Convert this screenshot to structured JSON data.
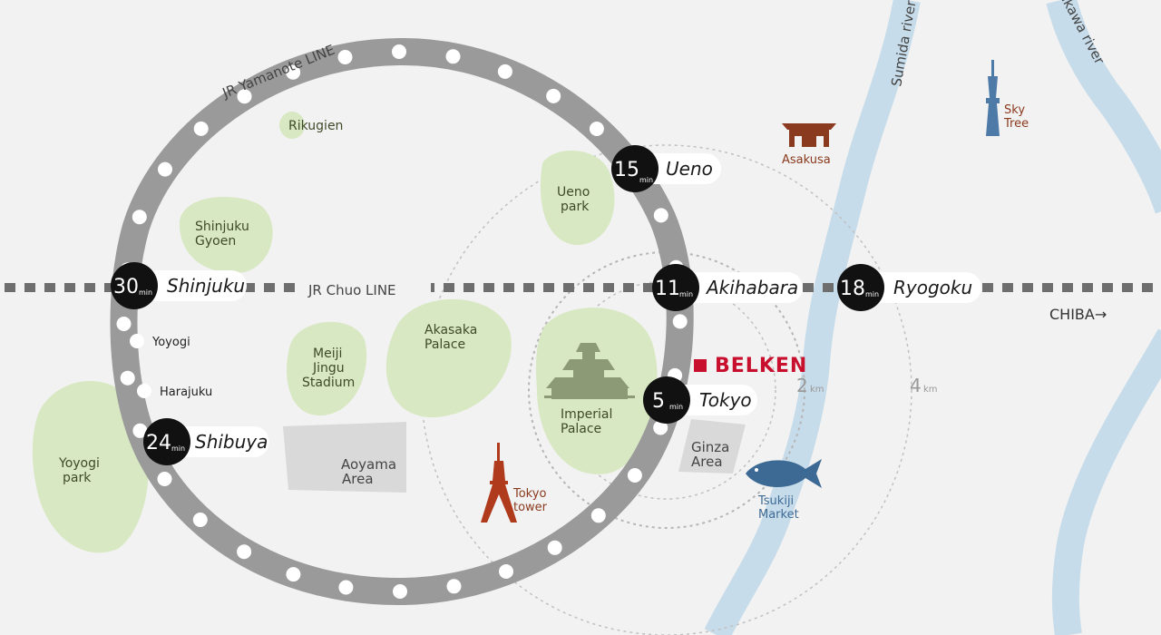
{
  "lines": {
    "yamanote": "JR Yamanote LINE",
    "chuo": "JR Chuo LINE",
    "chiba": "CHIBA→"
  },
  "rivers": {
    "sumida": "Sumida river",
    "arakawa": "Arakawa river"
  },
  "stations": {
    "shinjuku": {
      "minutes": "30",
      "unit": "min",
      "name": "Shinjuku"
    },
    "shibuya": {
      "minutes": "24",
      "unit": "min",
      "name": "Shibuya"
    },
    "ueno": {
      "minutes": "15",
      "unit": "min",
      "name": "Ueno"
    },
    "akihabara": {
      "minutes": "11",
      "unit": "min",
      "name": "Akihabara"
    },
    "tokyo": {
      "minutes": "5",
      "unit": "min",
      "name": "Tokyo"
    },
    "ryogoku": {
      "minutes": "18",
      "unit": "min",
      "name": "Ryogoku"
    },
    "yoyogi": "Yoyogi",
    "harajuku": "Harajuku"
  },
  "parks": {
    "rikugien": "Rikugien",
    "shinjuku_gyoen": [
      "Shinjuku",
      "Gyoen"
    ],
    "ueno_park": [
      "Ueno",
      "park"
    ],
    "meiji_jingu": [
      "Meiji",
      "Jingu",
      "Stadium"
    ],
    "akasaka": [
      "Akasaka",
      "Palace"
    ],
    "imperial": [
      "Imperial",
      "Palace"
    ],
    "yoyogi_park": [
      "Yoyogi",
      "park"
    ]
  },
  "areas": {
    "aoyama": [
      "Aoyama",
      "Area"
    ],
    "ginza": [
      "Ginza",
      "Area"
    ]
  },
  "landmarks": {
    "asakusa": "Asakusa",
    "sky_tree": [
      "Sky",
      "Tree"
    ],
    "tokyo_tower": [
      "Tokyo",
      "tower"
    ],
    "tsukiji": [
      "Tsukiji",
      "Market"
    ]
  },
  "brand": "BELKEN",
  "distance_rings": [
    {
      "value": "2",
      "unit": "km"
    },
    {
      "value": "4",
      "unit": "km"
    }
  ],
  "colors": {
    "background": "#f2f2f2",
    "park": "#d8e8c2",
    "area": "#d9d9d9",
    "river": "#c7dcea",
    "rail": "#9a9a9a",
    "landmark_brown": "#8a3a1e",
    "landmark_blue": "#4e7aa8",
    "brand_red": "#c8102e"
  }
}
